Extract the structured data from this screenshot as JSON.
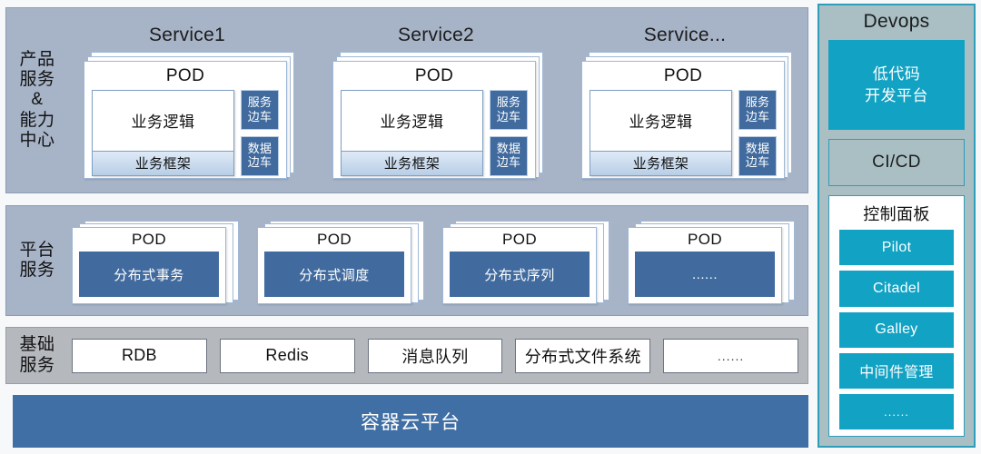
{
  "rows": {
    "services": {
      "label_lines": [
        "产品",
        "服务",
        "&",
        "能力",
        "中心"
      ],
      "groups": [
        {
          "title": "Service1",
          "pod_title": "POD",
          "biz_logic": "业务逻辑",
          "biz_frame": "业务框架",
          "sidecars": [
            {
              "line1": "服务",
              "line2": "边车"
            },
            {
              "line1": "数据",
              "line2": "边车"
            }
          ]
        },
        {
          "title": "Service2",
          "pod_title": "POD",
          "biz_logic": "业务逻辑",
          "biz_frame": "业务框架",
          "sidecars": [
            {
              "line1": "服务",
              "line2": "边车"
            },
            {
              "line1": "数据",
              "line2": "边车"
            }
          ]
        },
        {
          "title": "Service...",
          "pod_title": "POD",
          "biz_logic": "业务逻辑",
          "biz_frame": "业务框架",
          "sidecars": [
            {
              "line1": "服务",
              "line2": "边车"
            },
            {
              "line1": "数据",
              "line2": "边车"
            }
          ]
        }
      ]
    },
    "platform": {
      "label_lines": [
        "平台",
        "服务"
      ],
      "pods": [
        {
          "pod_title": "POD",
          "service": "分布式事务"
        },
        {
          "pod_title": "POD",
          "service": "分布式调度"
        },
        {
          "pod_title": "POD",
          "service": "分布式序列"
        },
        {
          "pod_title": "POD",
          "service": "......"
        }
      ]
    },
    "base": {
      "label_lines": [
        "基础",
        "服务"
      ],
      "items": [
        "RDB",
        "Redis",
        "消息队列",
        "分布式文件系统",
        "......"
      ]
    },
    "container": {
      "label": "容器云平台"
    }
  },
  "devops": {
    "title": "Devops",
    "lowcode": {
      "line1": "低代码",
      "line2": "开发平台"
    },
    "cicd": "CI/CD",
    "control_panel": {
      "title": "控制面板",
      "items": [
        "Pilot",
        "Citadel",
        "Galley",
        "中间件管理",
        "......"
      ]
    }
  },
  "colors": {
    "page_background": "#f7f8fa",
    "band_bluegray": "#a7b4c8",
    "band_gray": "#b5b8bd",
    "steel_blue": "#416b9e",
    "container_blue": "#3f6fa4",
    "devops_panel_bg": "#a9bfc4",
    "devops_accent": "#12a2c4",
    "devops_border": "#2e9dba"
  }
}
